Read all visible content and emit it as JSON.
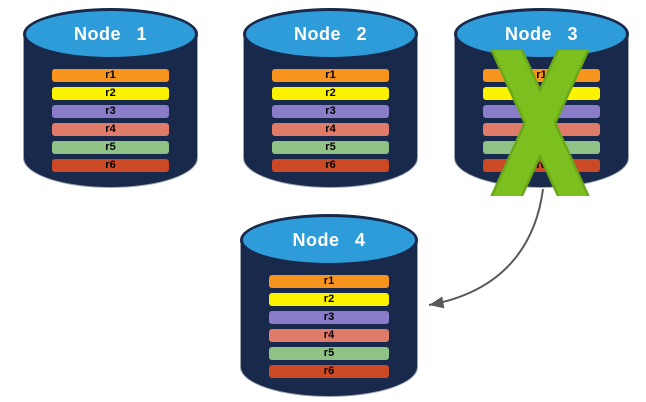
{
  "diagram": {
    "background": "#FFFFFF",
    "nodes": [
      {
        "title": "Node 1",
        "status": "active",
        "rows": [
          {
            "label": "r1",
            "color": "#F7941D"
          },
          {
            "label": "r2",
            "color": "#FBF200"
          },
          {
            "label": "r3",
            "color": "#8A7CC8"
          },
          {
            "label": "r4",
            "color": "#DF7B68"
          },
          {
            "label": "r5",
            "color": "#90C285"
          },
          {
            "label": "r6",
            "color": "#CC4926"
          }
        ]
      },
      {
        "title": "Node 2",
        "status": "active",
        "rows": [
          {
            "label": "r1",
            "color": "#F7941D"
          },
          {
            "label": "r2",
            "color": "#FBF200"
          },
          {
            "label": "r3",
            "color": "#8A7CC8"
          },
          {
            "label": "r4",
            "color": "#DF7B68"
          },
          {
            "label": "r5",
            "color": "#90C285"
          },
          {
            "label": "r6",
            "color": "#CC4926"
          }
        ]
      },
      {
        "title": "Node 3",
        "status": "failed",
        "rows": [
          {
            "label": "r1",
            "color": "#F7941D"
          },
          {
            "label": "r2",
            "color": "#FBF200"
          },
          {
            "label": "r3",
            "color": "#8A7CC8"
          },
          {
            "label": "r4",
            "color": "#DF7B68"
          },
          {
            "label": "r5",
            "color": "#90C285"
          },
          {
            "label": "r6",
            "color": "#CC4926"
          }
        ]
      },
      {
        "title": "Node 4",
        "status": "active",
        "rows": [
          {
            "label": "r1",
            "color": "#F7941D"
          },
          {
            "label": "r2",
            "color": "#FBF200"
          },
          {
            "label": "r3",
            "color": "#8A7CC8"
          },
          {
            "label": "r4",
            "color": "#DF7B68"
          },
          {
            "label": "r5",
            "color": "#90C285"
          },
          {
            "label": "r6",
            "color": "#CC4926"
          }
        ]
      }
    ],
    "failure_icon": {
      "name": "green-x-icon",
      "on_node": "Node 3",
      "fill": "#7CC01F",
      "edge": "#6AA81A"
    },
    "arrow": {
      "from": "Node 3",
      "to": "Node 4",
      "color": "#595959"
    },
    "colors": {
      "cylinder_body": "#18294B",
      "cylinder_cap": "#2E9CD9",
      "title_text": "#FFFFFF",
      "row_text": "#000000"
    }
  }
}
